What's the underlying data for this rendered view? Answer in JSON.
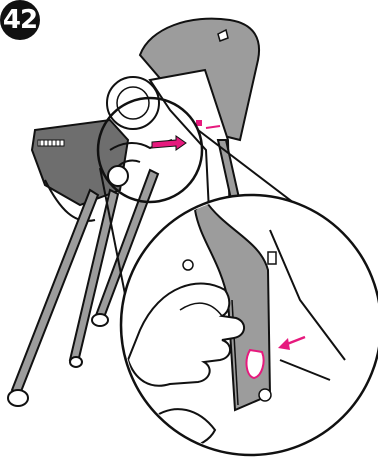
{
  "step": {
    "number": "42"
  },
  "colors": {
    "line": "#111111",
    "shade": "#9c9c9c",
    "shade_dark": "#6e6e6e",
    "accent": "#e6197d",
    "background": "#ffffff"
  },
  "icons": [
    "high-chair-illustration",
    "zoom-circle",
    "hand",
    "push-arrow",
    "release-button"
  ]
}
